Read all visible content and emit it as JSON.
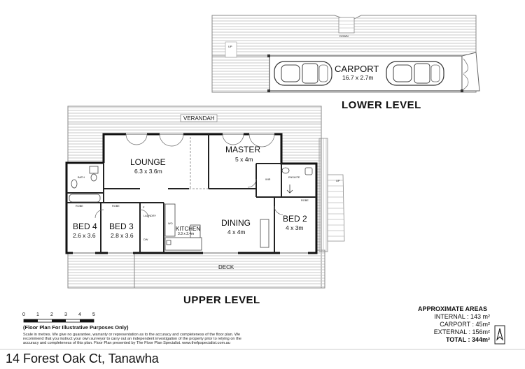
{
  "plan": {
    "lower_level_title": "LOWER LEVEL",
    "upper_level_title": "UPPER LEVEL",
    "rooms": {
      "carport": {
        "name": "CARPORT",
        "size": "16.7 x 2.7m"
      },
      "verandah": {
        "name": "VERANDAH"
      },
      "lounge": {
        "name": "LOUNGE",
        "size": "6.3 x 3.6m"
      },
      "master": {
        "name": "MASTER",
        "size": "5 x 4m"
      },
      "dining": {
        "name": "DINING",
        "size": "4 x 4m"
      },
      "kitchen": {
        "name": "KITCHEN",
        "size": "3.3 x 2.4m"
      },
      "bed2": {
        "name": "BED 2",
        "size": "4 x 3m"
      },
      "bed3": {
        "name": "BED 3",
        "size": "2.8 x 3.6"
      },
      "bed4": {
        "name": "BED 4",
        "size": "2.6 x 3.6"
      },
      "deck": {
        "name": "DECK"
      }
    },
    "small_labels": {
      "down": "DOWN",
      "up": "UP",
      "bath": "BATH",
      "ensuite": "ENSUITE",
      "wir": "WIR",
      "robe1": "ROBE",
      "robe2": "ROBE",
      "robe3": "ROBE",
      "laundry": "LAUNDRY",
      "dw": "DW",
      "wo": "WO",
      "f": "F"
    }
  },
  "scale": {
    "ticks": [
      "0",
      "1",
      "2",
      "3",
      "4",
      "5"
    ]
  },
  "notes": {
    "illustrative": "(Floor Plan For Illustrative Purposes Only)",
    "disclaimer_1": "Scale in metres. We give no guarantee, warranty or representation as to the accuracy and completeness of the floor plan. We",
    "disclaimer_2": "recommend that you instruct your own surveyor to carry out an independent investigation of the property prior to relying on the",
    "disclaimer_3": "accuracy and completeness of this plan. Floor Plan presented by The Floor Plan Specialist. www.thefpspecialist.com.au"
  },
  "areas": {
    "title": "APPROXIMATE AREAS",
    "rows": [
      {
        "label": "INTERNAL :",
        "value": "143 m²"
      },
      {
        "label": "CARPORT :",
        "value": "45m²"
      },
      {
        "label": "EXTERNAL :",
        "value": "156m²"
      },
      {
        "label": "TOTAL :",
        "value": "344m²"
      }
    ]
  },
  "address": "14 Forest Oak Ct, Tanawha"
}
